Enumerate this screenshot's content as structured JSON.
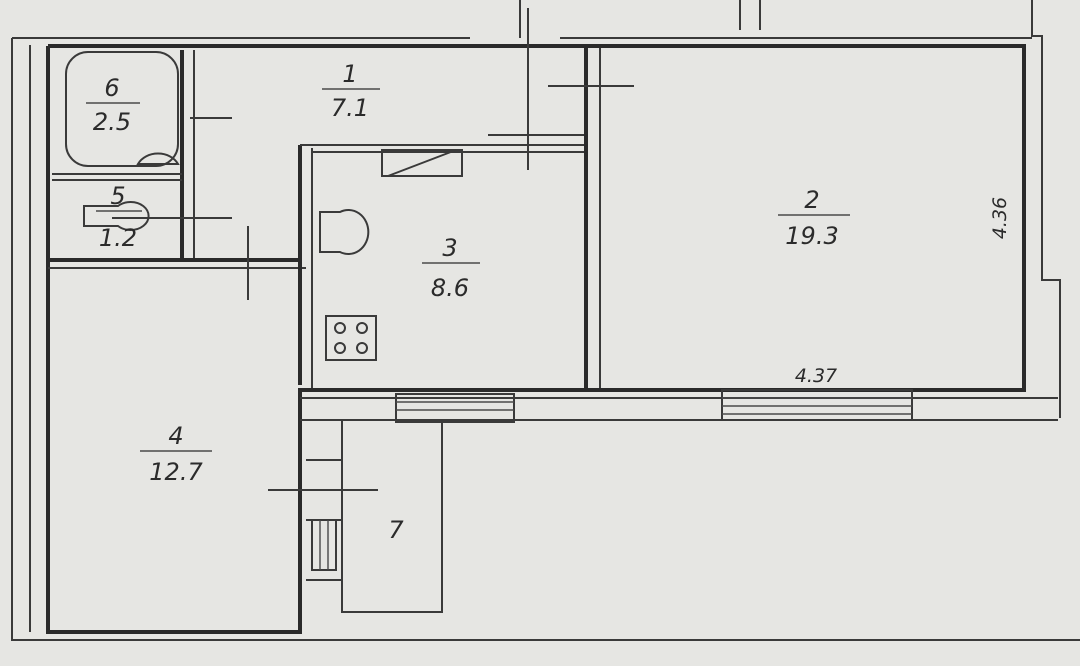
{
  "rooms": [
    {
      "number": "1",
      "area": "7.1"
    },
    {
      "number": "2",
      "area": "19.3"
    },
    {
      "number": "3",
      "area": "8.6"
    },
    {
      "number": "4",
      "area": "12.7"
    },
    {
      "number": "5",
      "area": "1.2"
    },
    {
      "number": "6",
      "area": "2.5"
    },
    {
      "number": "7"
    }
  ],
  "dimensions": {
    "room2_depth": "4.36",
    "room2_width": "4.37"
  },
  "colors": {
    "paper": "#e6e6e3",
    "line": "#2a2a2a"
  }
}
